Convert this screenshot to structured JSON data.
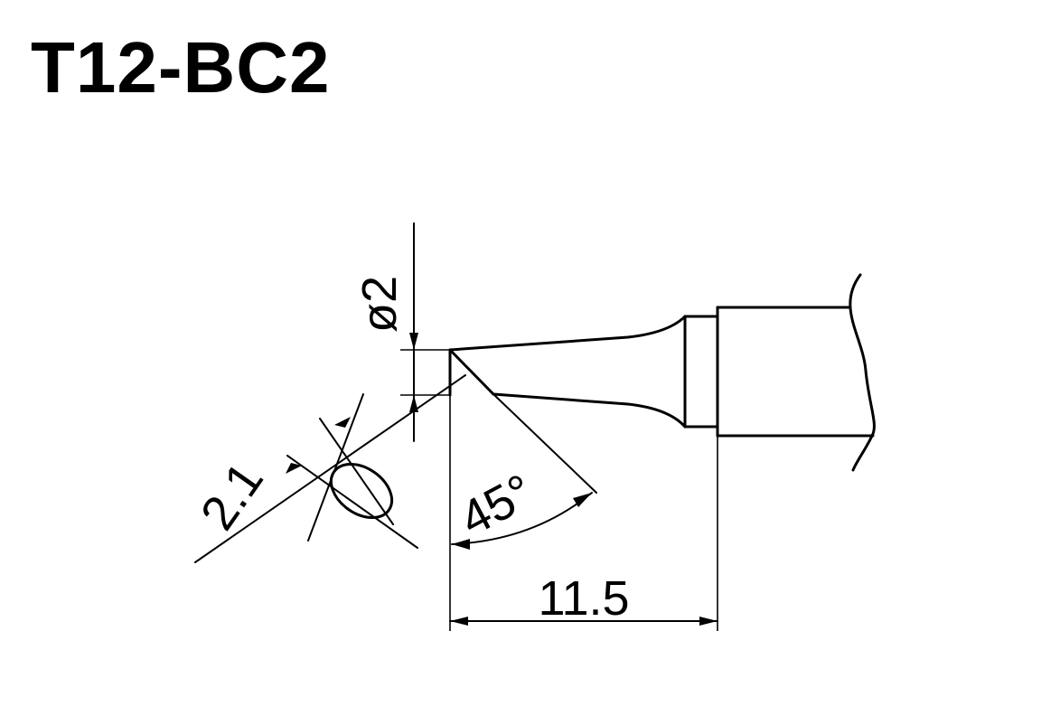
{
  "title": "T12-BC2",
  "dimensions": {
    "tip_diameter": "ø2",
    "face_diameter": "2.1",
    "bevel_angle": "45°",
    "tip_length": "11.5"
  }
}
